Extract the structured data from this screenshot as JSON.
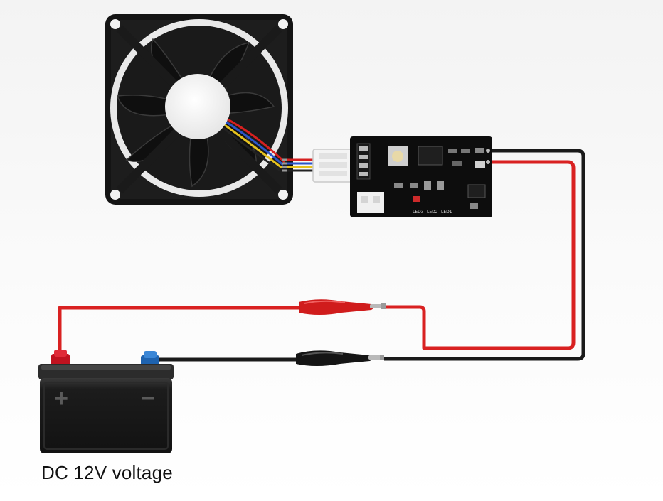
{
  "caption": "DC 12V voltage",
  "battery": {
    "plus_symbol": "+",
    "minus_symbol": "−"
  },
  "board": {
    "labels": [
      "LED3",
      "LED2",
      "LED1"
    ]
  },
  "colors": {
    "positive_wire": "#d92121",
    "negative_wire": "#1a1a1a",
    "battery_body": "#1e1e1e",
    "positive_terminal": "#c0121f",
    "negative_terminal": "#1e63b0",
    "pcb": "#0d0d0d"
  },
  "icons": [
    "fan-icon",
    "controller-board-icon",
    "battery-icon",
    "alligator-clip-icon"
  ]
}
